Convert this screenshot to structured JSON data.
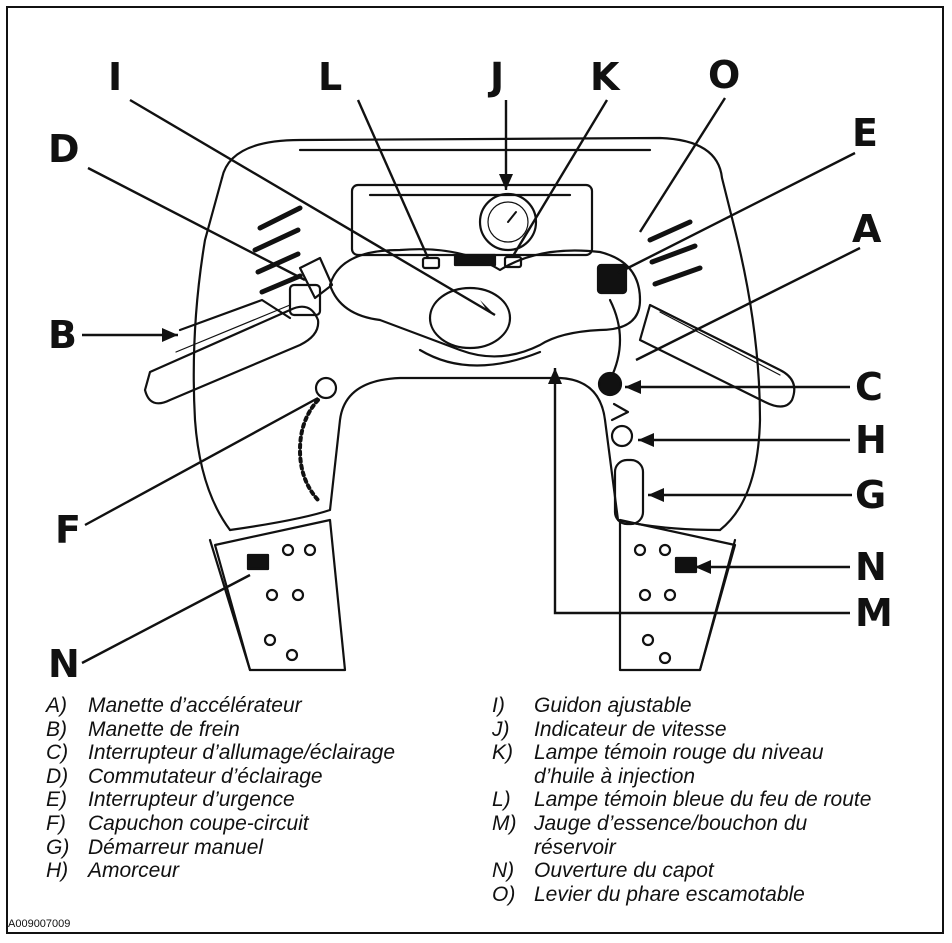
{
  "callouts": {
    "I": "I",
    "L": "L",
    "J": "J",
    "K": "K",
    "O": "O",
    "D": "D",
    "E": "E",
    "A": "A",
    "B": "B",
    "C": "C",
    "H": "H",
    "F": "F",
    "G": "G",
    "N1": "N",
    "N2": "N",
    "M": "M"
  },
  "legend_left": [
    {
      "key": "A)",
      "text": "Manette d’accélérateur"
    },
    {
      "key": "B)",
      "text": "Manette de frein"
    },
    {
      "key": "C)",
      "text": "Interrupteur d’allumage/éclairage"
    },
    {
      "key": "D)",
      "text": "Commutateur d’éclairage"
    },
    {
      "key": "E)",
      "text": "Interrupteur d’urgence"
    },
    {
      "key": "F)",
      "text": "Capuchon coupe-circuit"
    },
    {
      "key": "G)",
      "text": "Démarreur manuel"
    },
    {
      "key": "H)",
      "text": "Amorceur"
    }
  ],
  "legend_right": [
    {
      "key": "I)",
      "text": "Guidon ajustable"
    },
    {
      "key": "J)",
      "text": "Indicateur de vitesse"
    },
    {
      "key": "K)",
      "text": "Lampe témoin rouge du niveau",
      "cont": "d’huile à injection"
    },
    {
      "key": "L)",
      "text": "Lampe témoin bleue du feu de route"
    },
    {
      "key": "M)",
      "text": "Jauge d’essence/bouchon du",
      "cont": "réservoir"
    },
    {
      "key": "N)",
      "text": "Ouverture du capot"
    },
    {
      "key": "O)",
      "text": "Levier du phare escamotable"
    }
  ],
  "reference_code": "A009007009"
}
